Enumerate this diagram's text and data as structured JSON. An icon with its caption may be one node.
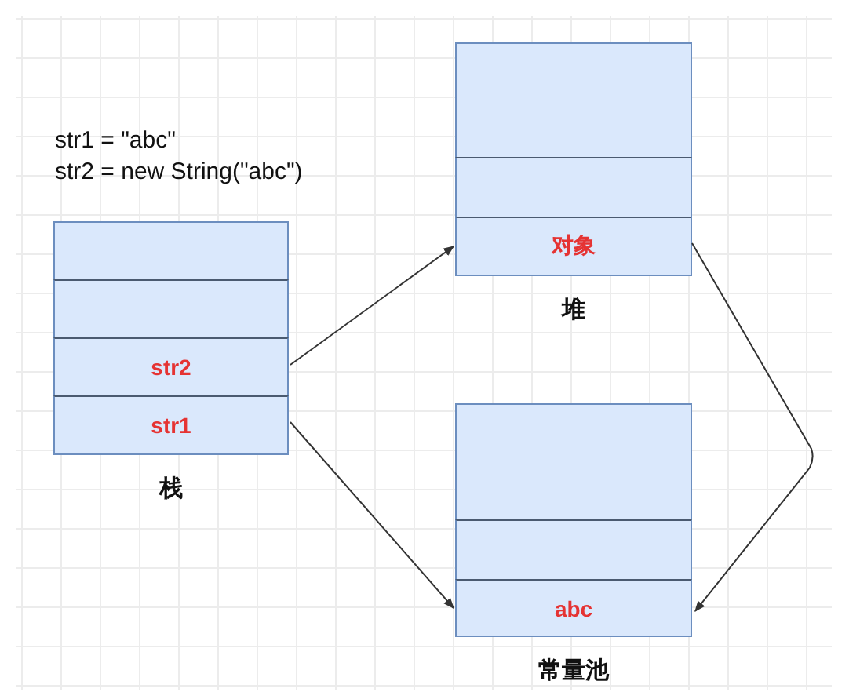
{
  "diagram": {
    "nodes": [
      {
        "text": [
          "栈"
        ]
      },
      {
        "text": [],
        "shape": "box",
        "in": 0
      },
      {
        "text": [],
        "shape": "box",
        "in": 0
      },
      {
        "text": [
          "str2"
        ],
        "in": 0
      },
      {
        "text": [
          "str1"
        ],
        "in": 0
      },
      {
        "text": [
          "堆"
        ]
      },
      {
        "text": [],
        "shape": "box",
        "in": 5
      },
      {
        "text": [],
        "shape": "box",
        "in": 5
      },
      {
        "text": [
          "对象"
        ],
        "in": 5
      },
      {
        "text": [
          "常量池"
        ]
      },
      {
        "text": [],
        "shape": "box",
        "in": 9
      },
      {
        "text": [],
        "shape": "box",
        "in": 9
      },
      {
        "text": [
          "abc"
        ],
        "in": 9
      }
    ],
    "edges": [
      {
        "from": 3,
        "to": 8,
        "arrow": "to"
      },
      {
        "from": 4,
        "to": 12,
        "arrow": "to"
      },
      {
        "from": 8,
        "to": 12,
        "arrow": "to"
      }
    ],
    "labels": [
      "str1 = \"abc\"",
      "str2 = new String(\"abc\")"
    ]
  }
}
